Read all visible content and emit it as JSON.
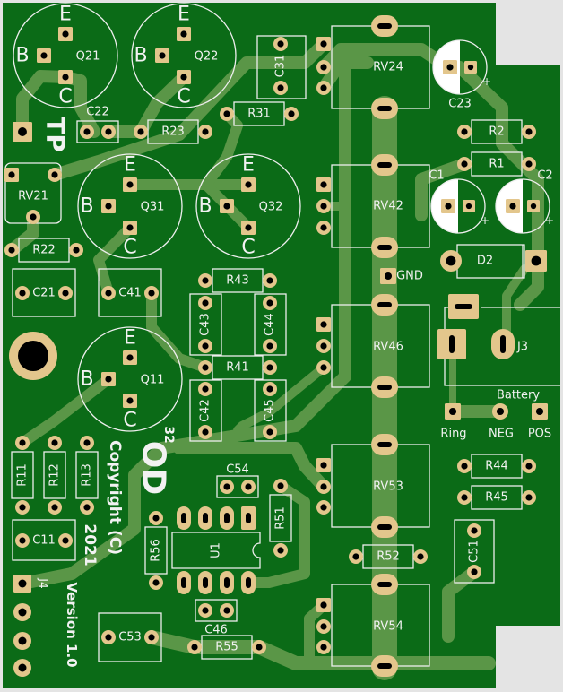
{
  "colors": {
    "background": "#e4e4e4",
    "board": "#0b6b17",
    "trace": "#5a9647",
    "pad": "#e3c68c",
    "drill": "#000000",
    "silkscreen": "#f2f2f2"
  },
  "transistors": [
    {
      "label": "Q21",
      "e": "E",
      "b": "B",
      "c": "C"
    },
    {
      "label": "Q22",
      "e": "E",
      "b": "B",
      "c": "C"
    },
    {
      "label": "Q31",
      "e": "E",
      "b": "B",
      "c": "C"
    },
    {
      "label": "Q32",
      "e": "E",
      "b": "B",
      "c": "C"
    },
    {
      "label": "Q11",
      "e": "E",
      "b": "B",
      "c": "C"
    }
  ],
  "resistors": [
    "R23",
    "R31",
    "R22",
    "R2",
    "R1",
    "R44",
    "R45",
    "R52",
    "R55",
    "R43",
    "R41",
    "R11",
    "R12",
    "R13",
    "R56",
    "R51"
  ],
  "small_caps": [
    "C22",
    "C54",
    "C46"
  ],
  "film_caps": [
    "C21",
    "C41",
    "C11",
    "C53",
    "C31",
    "C43",
    "C44",
    "C42",
    "C45",
    "C51"
  ],
  "electrolytic_caps": [
    "C23",
    "C1",
    "C2"
  ],
  "diode": "D2",
  "trimmers": [
    "RV24",
    "RV42",
    "RV46",
    "RV53",
    "RV54"
  ],
  "small_trimmer": "RV21",
  "ic": "U1",
  "connectors": {
    "j4": "J4",
    "j3": "J3",
    "battery": "Battery",
    "ring": "Ring",
    "neg": "NEG",
    "pos": "POS",
    "gnd": "GND",
    "tp": "TP"
  },
  "silkscreen_text": {
    "od": "OD",
    "num": "32",
    "copyright": "Copyright (C)",
    "year": "2021",
    "version": "Version 1.0"
  }
}
